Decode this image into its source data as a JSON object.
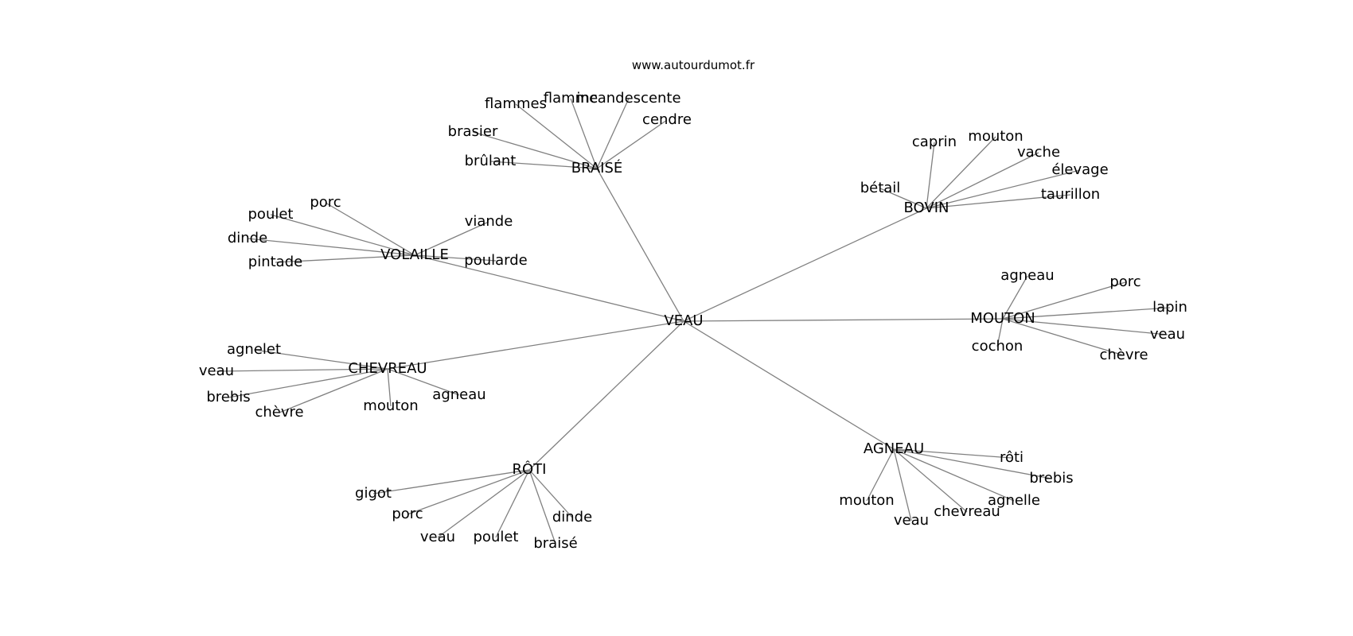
{
  "source": "www.autourdumot.fr",
  "graph": {
    "root": "VEAU",
    "groups": [
      {
        "hub": "BRAISÉ",
        "words": [
          "flammes",
          "flamme",
          "incandescente",
          "cendre",
          "brasier",
          "brûlant"
        ]
      },
      {
        "hub": "BOVIN",
        "words": [
          "caprin",
          "mouton",
          "vache",
          "élevage",
          "taurillon",
          "bétail"
        ]
      },
      {
        "hub": "VOLAILLE",
        "words": [
          "porc",
          "poulet",
          "dinde",
          "pintade",
          "viande",
          "poularde"
        ]
      },
      {
        "hub": "MOUTON",
        "words": [
          "agneau",
          "porc",
          "lapin",
          "veau",
          "chèvre",
          "cochon"
        ]
      },
      {
        "hub": "CHEVREAU",
        "words": [
          "agnelet",
          "veau",
          "brebis",
          "chèvre",
          "mouton",
          "agneau"
        ]
      },
      {
        "hub": "AGNEAU",
        "words": [
          "rôti",
          "brebis",
          "agnelle",
          "chevreau",
          "veau",
          "mouton"
        ]
      },
      {
        "hub": "RÔTI",
        "words": [
          "gigot",
          "porc",
          "veau",
          "poulet",
          "braisé",
          "dinde"
        ]
      }
    ]
  }
}
